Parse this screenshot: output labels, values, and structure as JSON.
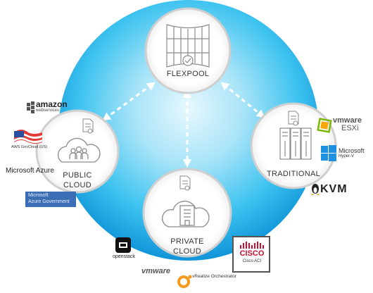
{
  "nodes": {
    "flexpool": {
      "label": "FLEXPOOL"
    },
    "public_cloud": {
      "label_line1": "PUBLIC",
      "label_line2": "CLOUD"
    },
    "private_cloud": {
      "label_line1": "PRIVATE",
      "label_line2": "CLOUD"
    },
    "traditional": {
      "label": "TRADITIONAL"
    }
  },
  "logos": {
    "amazon": {
      "name": "amazon",
      "sub": "webservices"
    },
    "aws_gov": {
      "text": "AWS GovCloud (US)"
    },
    "microsoft_azure": {
      "text": "Microsoft Azure"
    },
    "azure_gov": {
      "line1": "Microsoft",
      "line2": "Azure Government"
    },
    "vmware_esxi": {
      "brand": "vmware",
      "product": "ESXi"
    },
    "microsoft_hyperv": {
      "line1": "Microsoft",
      "line2": "Hyper-V"
    },
    "kvm": {
      "text": "KVM"
    },
    "openstack": {
      "text": "openstack"
    },
    "cisco": {
      "brand": "CISCO",
      "sub": "Cisco ACI"
    },
    "vmware_bottom": {
      "text": "vmware"
    },
    "vrealize": {
      "text": "vRealize Orchestrator"
    }
  },
  "colors": {
    "sphere_light": "#d4f1fc",
    "sphere_mid": "#3ec3f0",
    "sphere_dark": "#0b8fd6",
    "node_ring": "#d9d9d9",
    "icon_gray": "#8a8a8a",
    "cisco_red": "#c8102e",
    "azure_gov_bg": "#3b6eb5"
  }
}
